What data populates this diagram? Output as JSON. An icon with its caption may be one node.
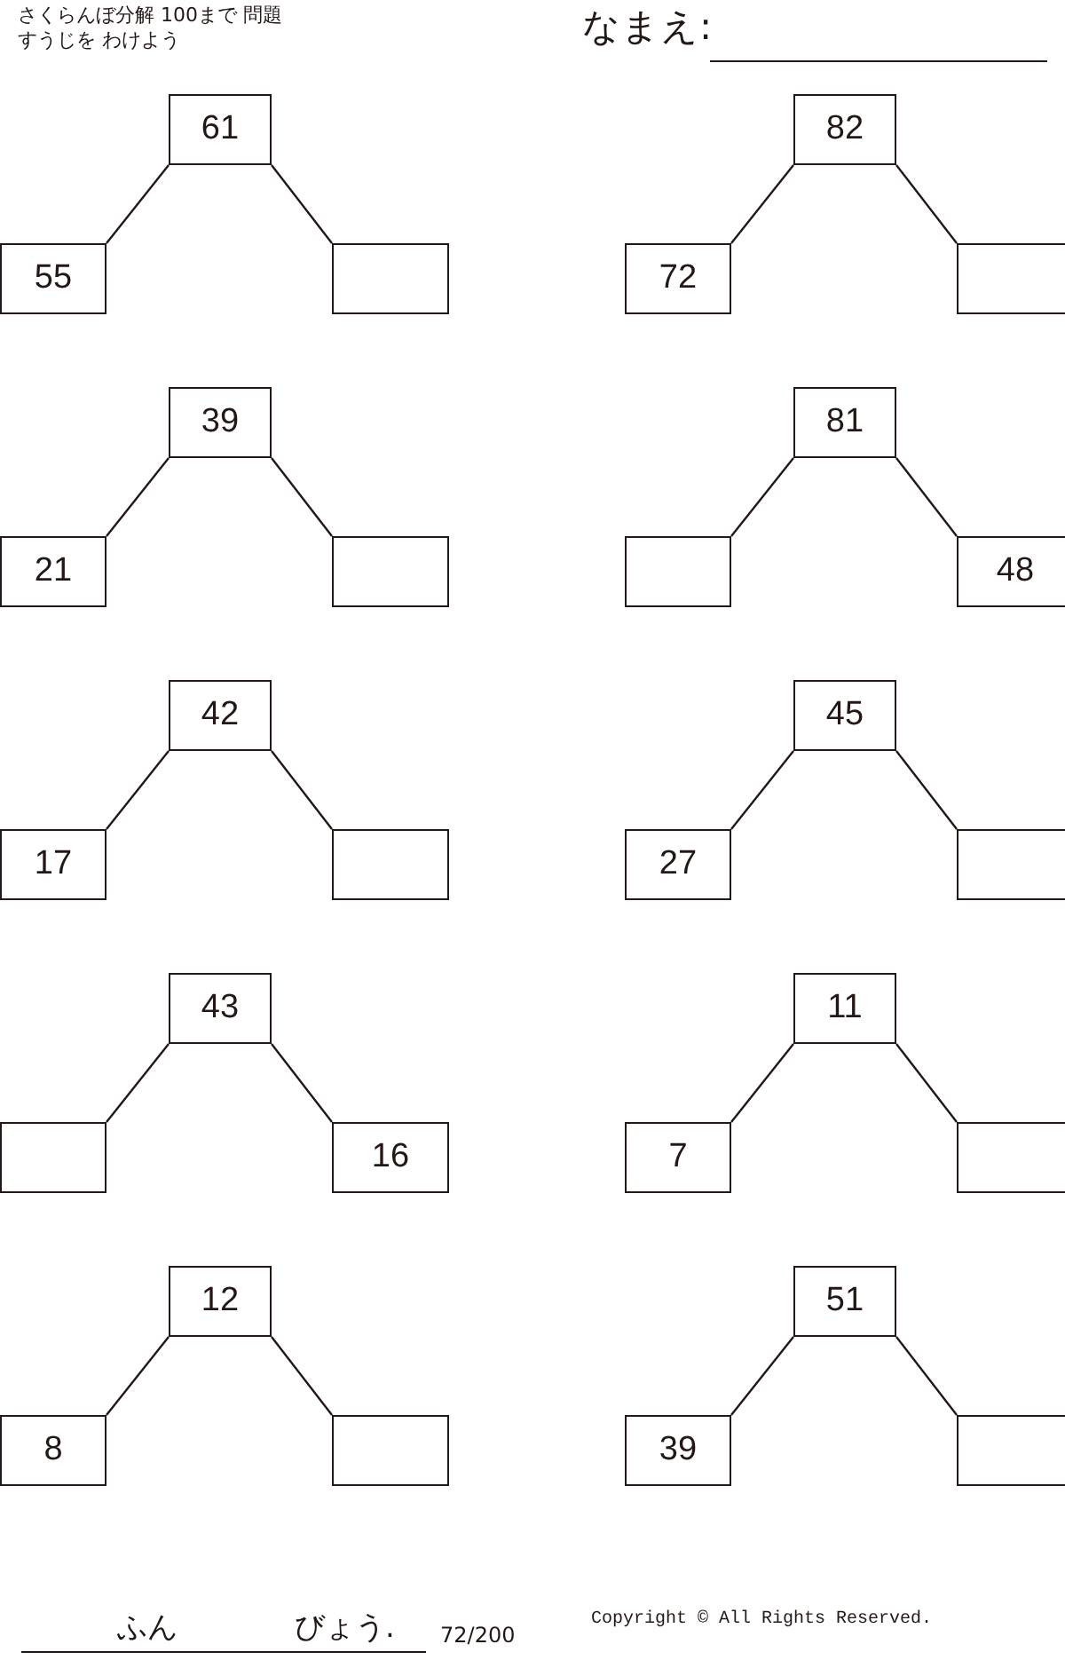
{
  "diagram": {
    "nodes": [
      {
        "text": [
          "61"
        ]
      },
      {
        "text": [
          "55"
        ]
      },
      {
        "text": [],
        "shape": "box"
      },
      {
        "text": [
          "82"
        ]
      },
      {
        "text": [
          "72"
        ]
      },
      {
        "text": [],
        "shape": "box"
      },
      {
        "text": [
          "39"
        ]
      },
      {
        "text": [
          "21"
        ]
      },
      {
        "text": [],
        "shape": "box"
      },
      {
        "text": [
          "81"
        ]
      },
      {
        "text": [],
        "shape": "box"
      },
      {
        "text": [
          "48"
        ]
      },
      {
        "text": [
          "42"
        ]
      },
      {
        "text": [
          "17"
        ]
      },
      {
        "text": [],
        "shape": "box"
      },
      {
        "text": [
          "45"
        ]
      },
      {
        "text": [
          "27"
        ]
      },
      {
        "text": [],
        "shape": "box"
      },
      {
        "text": [
          "43"
        ]
      },
      {
        "text": [],
        "shape": "box"
      },
      {
        "text": [
          "16"
        ]
      },
      {
        "text": [
          "11"
        ]
      },
      {
        "text": [
          "7"
        ]
      },
      {
        "text": [],
        "shape": "box"
      },
      {
        "text": [
          "12"
        ]
      },
      {
        "text": [
          "8"
        ]
      },
      {
        "text": [],
        "shape": "box"
      },
      {
        "text": [
          "51"
        ]
      },
      {
        "text": [
          "39"
        ]
      },
      {
        "text": [],
        "shape": "box"
      }
    ],
    "edges": [
      {
        "from": 0,
        "to": 1,
        "arrow": "none"
      },
      {
        "from": 0,
        "to": 2,
        "arrow": "none"
      },
      {
        "from": 3,
        "to": 4,
        "arrow": "none"
      },
      {
        "from": 3,
        "to": 5,
        "arrow": "none"
      },
      {
        "from": 6,
        "to": 7,
        "arrow": "none"
      },
      {
        "from": 6,
        "to": 8,
        "arrow": "none"
      },
      {
        "from": 9,
        "to": 10,
        "arrow": "none"
      },
      {
        "from": 9,
        "to": 11,
        "arrow": "none"
      },
      {
        "from": 12,
        "to": 13,
        "arrow": "none"
      },
      {
        "from": 12,
        "to": 14,
        "arrow": "none"
      },
      {
        "from": 15,
        "to": 16,
        "arrow": "none"
      },
      {
        "from": 15,
        "to": 17,
        "arrow": "none"
      },
      {
        "from": 18,
        "to": 19,
        "arrow": "none"
      },
      {
        "from": 18,
        "to": 20,
        "arrow": "none"
      },
      {
        "from": 21,
        "to": 22,
        "arrow": "none"
      },
      {
        "from": 21,
        "to": 23,
        "arrow": "none"
      },
      {
        "from": 24,
        "to": 25,
        "arrow": "none"
      },
      {
        "from": 24,
        "to": 26,
        "arrow": "none"
      },
      {
        "from": 27,
        "to": 28,
        "arrow": "none"
      },
      {
        "from": 27,
        "to": 29,
        "arrow": "none"
      }
    ],
    "labels": [
      "さくらんぼ分解 100まで 問題",
      "すうじを わけよう",
      "なまえ:",
      "ふん",
      "びょう.",
      "72/200",
      "Copyright © All Rights Reserved."
    ]
  }
}
